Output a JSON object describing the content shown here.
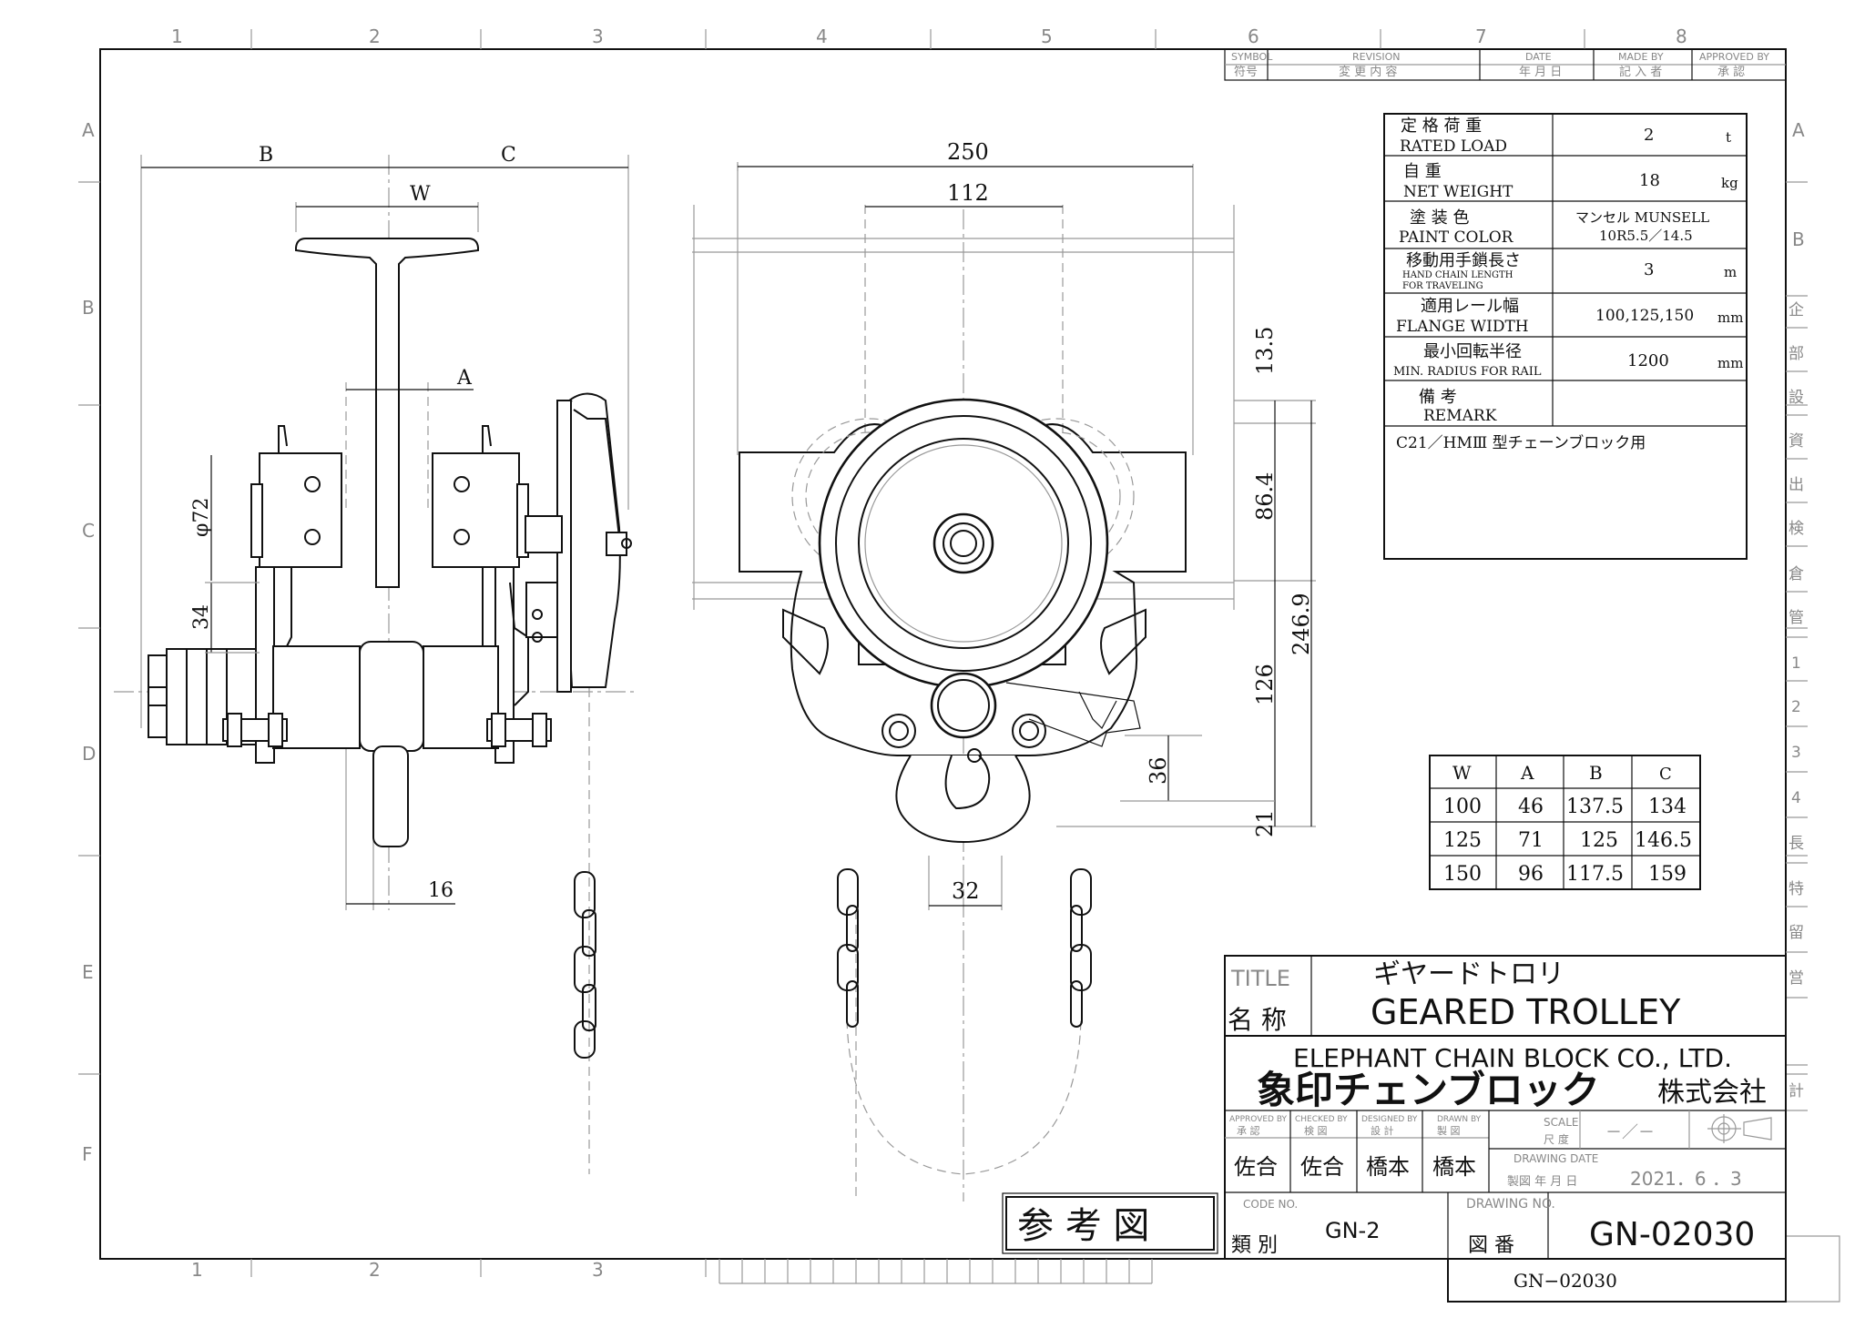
{
  "border": {
    "col_labels_top": [
      "1",
      "2",
      "3",
      "4",
      "5",
      "6",
      "7",
      "8"
    ],
    "col_labels_bottom": [
      "1",
      "2",
      "3"
    ],
    "row_labels_left": [
      "A",
      "B",
      "C",
      "D",
      "E",
      "F"
    ],
    "row_labels_right": [
      "A",
      "B"
    ]
  },
  "side_strip": [
    "企",
    "部",
    "設",
    "資",
    "出",
    "検",
    "倉",
    "管",
    "1",
    "2",
    "3",
    "4",
    "長",
    "特",
    "留",
    "営",
    "計"
  ],
  "revision_header": {
    "symbol": "SYMBOL",
    "symbol_jp": "符号",
    "revision": "REVISION",
    "revision_jp": "変 更 内 容",
    "date": "DATE",
    "date_jp": "年 月 日",
    "made_by": "MADE BY",
    "made_by_jp": "記 入 者",
    "approved_by": "APPROVED BY",
    "approved_by_jp": "承 認"
  },
  "specs": [
    {
      "jp": "定 格 荷 重",
      "en": "RATED LOAD",
      "value": "2",
      "unit": "t"
    },
    {
      "jp": "自 重",
      "en": "NET WEIGHT",
      "value": "18",
      "unit": "kg"
    },
    {
      "jp": "塗 装 色",
      "en": "PAINT COLOR",
      "value": "マンセル MUNSELL",
      "value2": "10R5.5／14.5",
      "unit": ""
    },
    {
      "jp": "移動用手鎖長さ",
      "en": "HAND CHAIN LENGTH",
      "en2": "FOR TRAVELING",
      "value": "3",
      "unit": "m"
    },
    {
      "jp": "適用レール幅",
      "en": "FLANGE WIDTH",
      "value": "100,125,150",
      "unit": "mm"
    },
    {
      "jp": "最小回転半径",
      "en": "MIN. RADIUS FOR RAIL",
      "value": "1200",
      "unit": "mm"
    },
    {
      "jp": "備 考",
      "en": "REMARK",
      "value": "",
      "unit": ""
    }
  ],
  "remark_text": "C21／HMⅢ 型チェーンブロック用",
  "dimension_table": {
    "headers": [
      "W",
      "A",
      "B",
      "C"
    ],
    "rows": [
      [
        "100",
        "46",
        "137.5",
        "134"
      ],
      [
        "125",
        "71",
        "125",
        "146.5"
      ],
      [
        "150",
        "96",
        "117.5",
        "159"
      ]
    ]
  },
  "dimensions": {
    "side": {
      "B": "B",
      "C": "C",
      "W": "W",
      "A": "A",
      "d72": "φ72",
      "d34": "34",
      "d16": "16"
    },
    "front": {
      "d250": "250",
      "d112": "112",
      "d13_5": "13.5",
      "d86_4": "86.4",
      "d246_9": "246.9",
      "d126": "126",
      "d36": "36",
      "d21": "21",
      "d32": "32"
    }
  },
  "title_block": {
    "title_label": "TITLE",
    "title_label_jp": "名 称",
    "title_jp": "ギヤードトロリ",
    "title_en": "GEARED TROLLEY",
    "company_en": "ELEPHANT CHAIN BLOCK CO., LTD.",
    "company_jp": "象印チェンブロック",
    "company_suffix": "株式会社",
    "approved_by": "APPROVED BY",
    "approved_by_jp": "承 認",
    "checked_by": "CHECKED BY",
    "checked_by_jp": "検 図",
    "designed_by": "DESIGNED BY",
    "designed_by_jp": "設 計",
    "drawn_by": "DRAWN BY",
    "drawn_by_jp": "製 図",
    "approver": "佐合",
    "checker": "佐合",
    "designer": "橋本",
    "drawer": "橋本",
    "scale_label": "SCALE",
    "scale_label_jp": "尺 度",
    "scale_value": "－／－",
    "drawing_date_label": "DRAWING DATE",
    "drawing_date_label_jp": "製図 年 月 日",
    "drawing_date": "2021．6 ．3",
    "code_no_label": "CODE NO.",
    "code_no_label_jp": "類 別",
    "code_no": "GN-2",
    "drawing_no_label": "DRAWING NO.",
    "drawing_no_label_jp": "図 番",
    "drawing_no": "GN-02030",
    "reference_stamp": "参 考 図",
    "bottom_drawing_no": "GN−02030"
  }
}
